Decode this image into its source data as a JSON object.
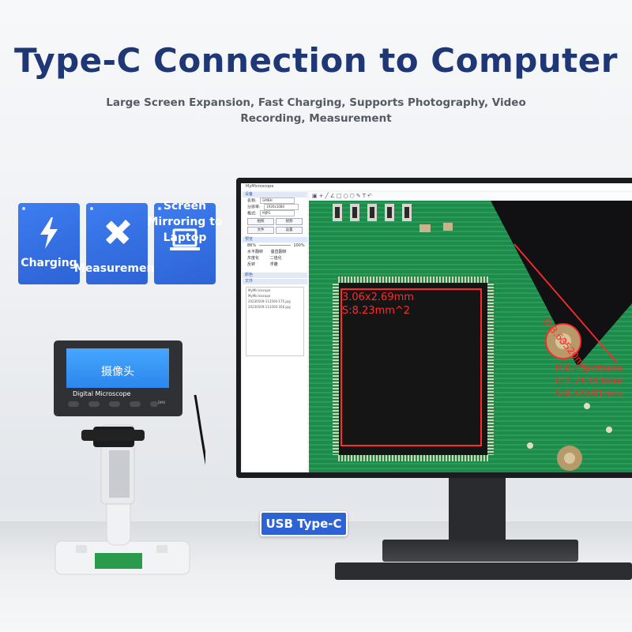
{
  "headline": {
    "title": "Type-C Connection to Computer",
    "subtitle": "Large Screen Expansion, Fast Charging, Supports Photography, Video Recording, Measurement"
  },
  "features": [
    {
      "label": "Charging",
      "icon": "lightning-bolt-icon"
    },
    {
      "label": "Measurement",
      "icon": "ruler-pencil-icon"
    },
    {
      "label": "Screen Mirroring to Laptop",
      "icon": "laptop-icon"
    }
  ],
  "software": {
    "window_title": "MyMicroscope",
    "sections": {
      "device": "设备",
      "preview": "预览",
      "color": "颜色",
      "files": "文件"
    },
    "fields": {
      "name_label": "名称:",
      "name_value": "GMBH",
      "resolution_label": "分辨率:",
      "resolution_value": "1920x1080",
      "format_label": "格式:",
      "format_value": "MJPG"
    },
    "buttons": {
      "photo": "拍照",
      "video": "视频",
      "file": "文件",
      "settings": "设置"
    },
    "zoom_min": "86%",
    "zoom_max": "100%",
    "options": [
      "水平翻转",
      "垂直翻转",
      "灰度化",
      "二值化",
      "反转",
      "浮雕"
    ],
    "file_list": [
      "MyMicroscope",
      "MyMicroscope",
      "20230509-113500-175.jpg",
      "20230509-113500-356.jpg"
    ]
  },
  "measurements": {
    "rect_dims": "3.06x2.69mm",
    "rect_area": "S:8.23mm^2",
    "diagonal": "D:3.63520mm",
    "radius": "R:0.43186mm",
    "circumference": "C:2.71343mm",
    "circle_area": "S:0.58591mm"
  },
  "device": {
    "screen_text": "摄像头",
    "brand_label": "Digital Microscope",
    "model_text": "DM4"
  },
  "connector_label": "USB Type-C",
  "colors": {
    "title": "#1f3775",
    "accent_blue": "#2e63d6",
    "pcb_green": "#1f8a4a",
    "measure_red": "#ff2a2a"
  }
}
